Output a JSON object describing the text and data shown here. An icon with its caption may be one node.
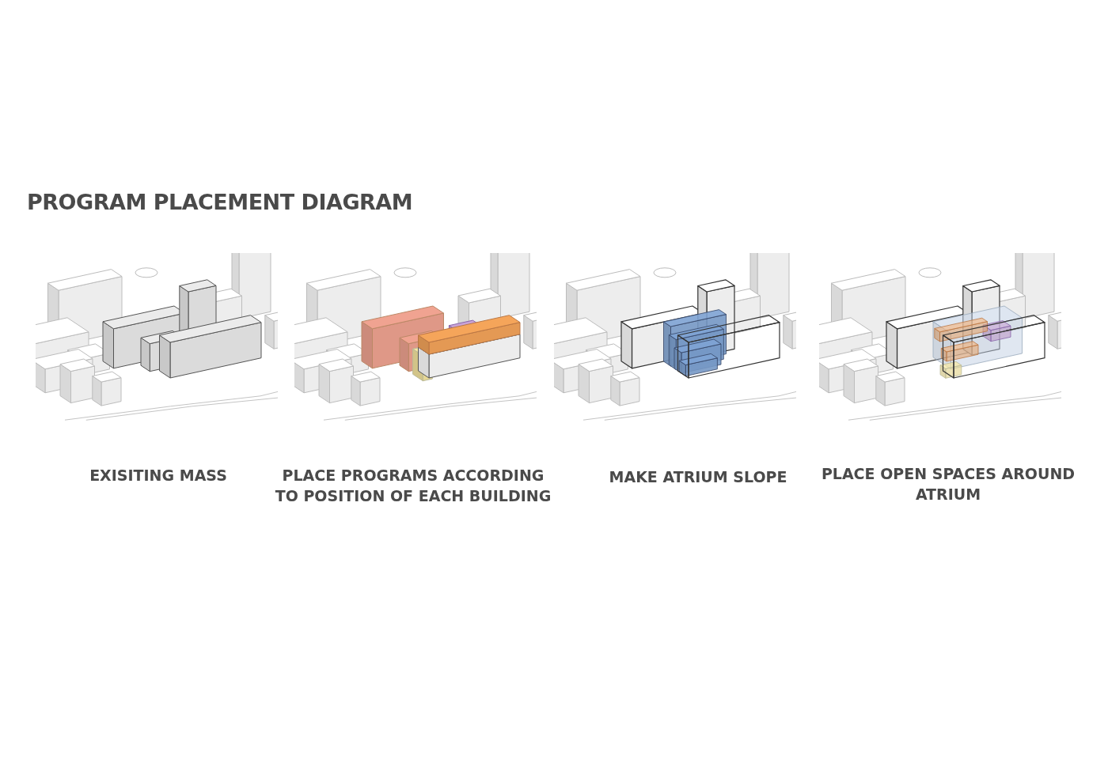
{
  "diagram": {
    "title": "PROGRAM PLACEMENT DIAGRAM",
    "labels": [
      "EXISITING MASS",
      "PLACE PROGRAMS ACCORDING TO POSITION OF EACH BUILDING",
      "MAKE ATRIUM SLOPE",
      "PLACE OPEN SPACES AROUND ATRIUM"
    ]
  }
}
